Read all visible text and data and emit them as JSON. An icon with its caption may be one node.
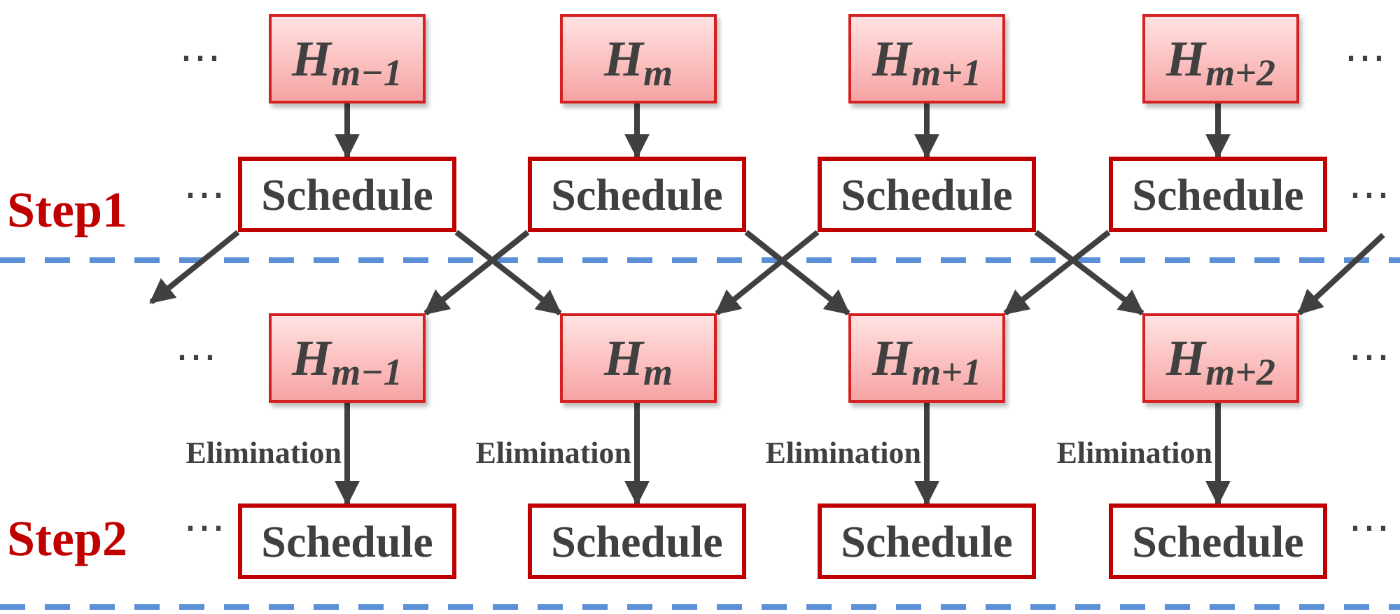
{
  "diagram": {
    "nodes": [
      {
        "text": [
          "H$_{m−1}$"
        ]
      },
      {
        "text": [
          "H$_{m}$"
        ]
      },
      {
        "text": [
          "H$_{m+1}$"
        ]
      },
      {
        "text": [
          "H$_{m+2}$"
        ]
      },
      {
        "text": [
          "Schedule"
        ]
      },
      {
        "text": [
          "Schedule"
        ]
      },
      {
        "text": [
          "Schedule"
        ]
      },
      {
        "text": [
          "Schedule"
        ]
      },
      {
        "text": [
          "H$_{m−1}$"
        ]
      },
      {
        "text": [
          "H$_{m}$"
        ]
      },
      {
        "text": [
          "H$_{m+1}$"
        ]
      },
      {
        "text": [
          "H$_{m+2}$"
        ]
      },
      {
        "text": [
          "Schedule"
        ]
      },
      {
        "text": [
          "Schedule"
        ]
      },
      {
        "text": [
          "Schedule"
        ]
      },
      {
        "text": [
          "Schedule"
        ]
      }
    ],
    "edges": [
      {
        "from": 0,
        "to": 4,
        "arrow": "to"
      },
      {
        "from": 1,
        "to": 5,
        "arrow": "to"
      },
      {
        "from": 2,
        "to": 6,
        "arrow": "to"
      },
      {
        "from": 3,
        "to": 7,
        "arrow": "to"
      },
      {
        "from": 4,
        "to": null,
        "arrow": "to"
      },
      {
        "from": 4,
        "to": 9,
        "arrow": "to"
      },
      {
        "from": 5,
        "to": 8,
        "arrow": "to"
      },
      {
        "from": 5,
        "to": 10,
        "arrow": "to"
      },
      {
        "from": 6,
        "to": 9,
        "arrow": "to"
      },
      {
        "from": 6,
        "to": 11,
        "arrow": "to"
      },
      {
        "from": 7,
        "to": 10,
        "arrow": "to"
      },
      {
        "from": null,
        "to": 11,
        "arrow": "to"
      },
      {
        "from": 8,
        "to": 12,
        "arrow": "to",
        "label": "Elimination"
      },
      {
        "from": 9,
        "to": 13,
        "arrow": "to",
        "label": "Elimination"
      },
      {
        "from": 10,
        "to": 14,
        "arrow": "to",
        "label": "Elimination"
      },
      {
        "from": 11,
        "to": 15,
        "arrow": "to",
        "label": "Elimination"
      }
    ],
    "labels": [
      "⋯",
      "⋯",
      "Step1",
      "⋯",
      "⋯",
      "⋯",
      "⋯",
      "Step2",
      "⋯",
      "⋯"
    ]
  }
}
